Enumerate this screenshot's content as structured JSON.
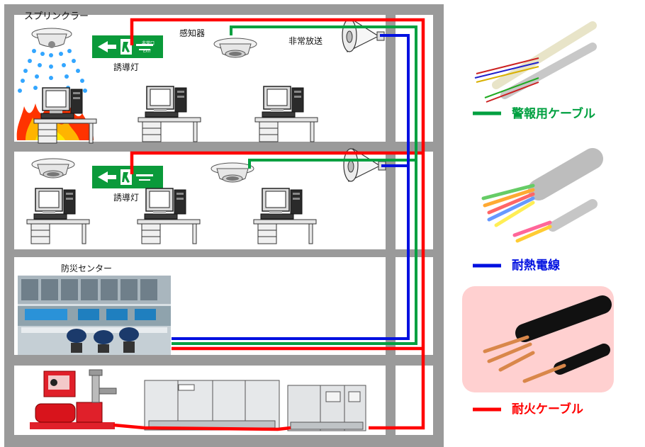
{
  "labels": {
    "sprinkler": "スプリンクラー",
    "guide_light_1": "誘導灯",
    "guide_light_2": "誘導灯",
    "detector": "感知器",
    "speaker": "非常放送",
    "control_center": "防災センター",
    "exit_sign_text": "非常口",
    "exit_sign_sub": "EXIT"
  },
  "legend": [
    {
      "label": "警報用ケーブル",
      "color": "#00a040"
    },
    {
      "label": "耐熱電線",
      "color": "#0010e0"
    },
    {
      "label": "耐火ケーブル",
      "color": "#ff0000"
    }
  ],
  "colors": {
    "building_frame": "#9a9a9a",
    "alarm_cable": "#00a040",
    "heat_resistant_wire": "#0010e0",
    "fire_resistant_cable": "#ff0000",
    "fire_cable_panel": "#ffd0d0",
    "exit_sign": "#0a9a3a"
  }
}
